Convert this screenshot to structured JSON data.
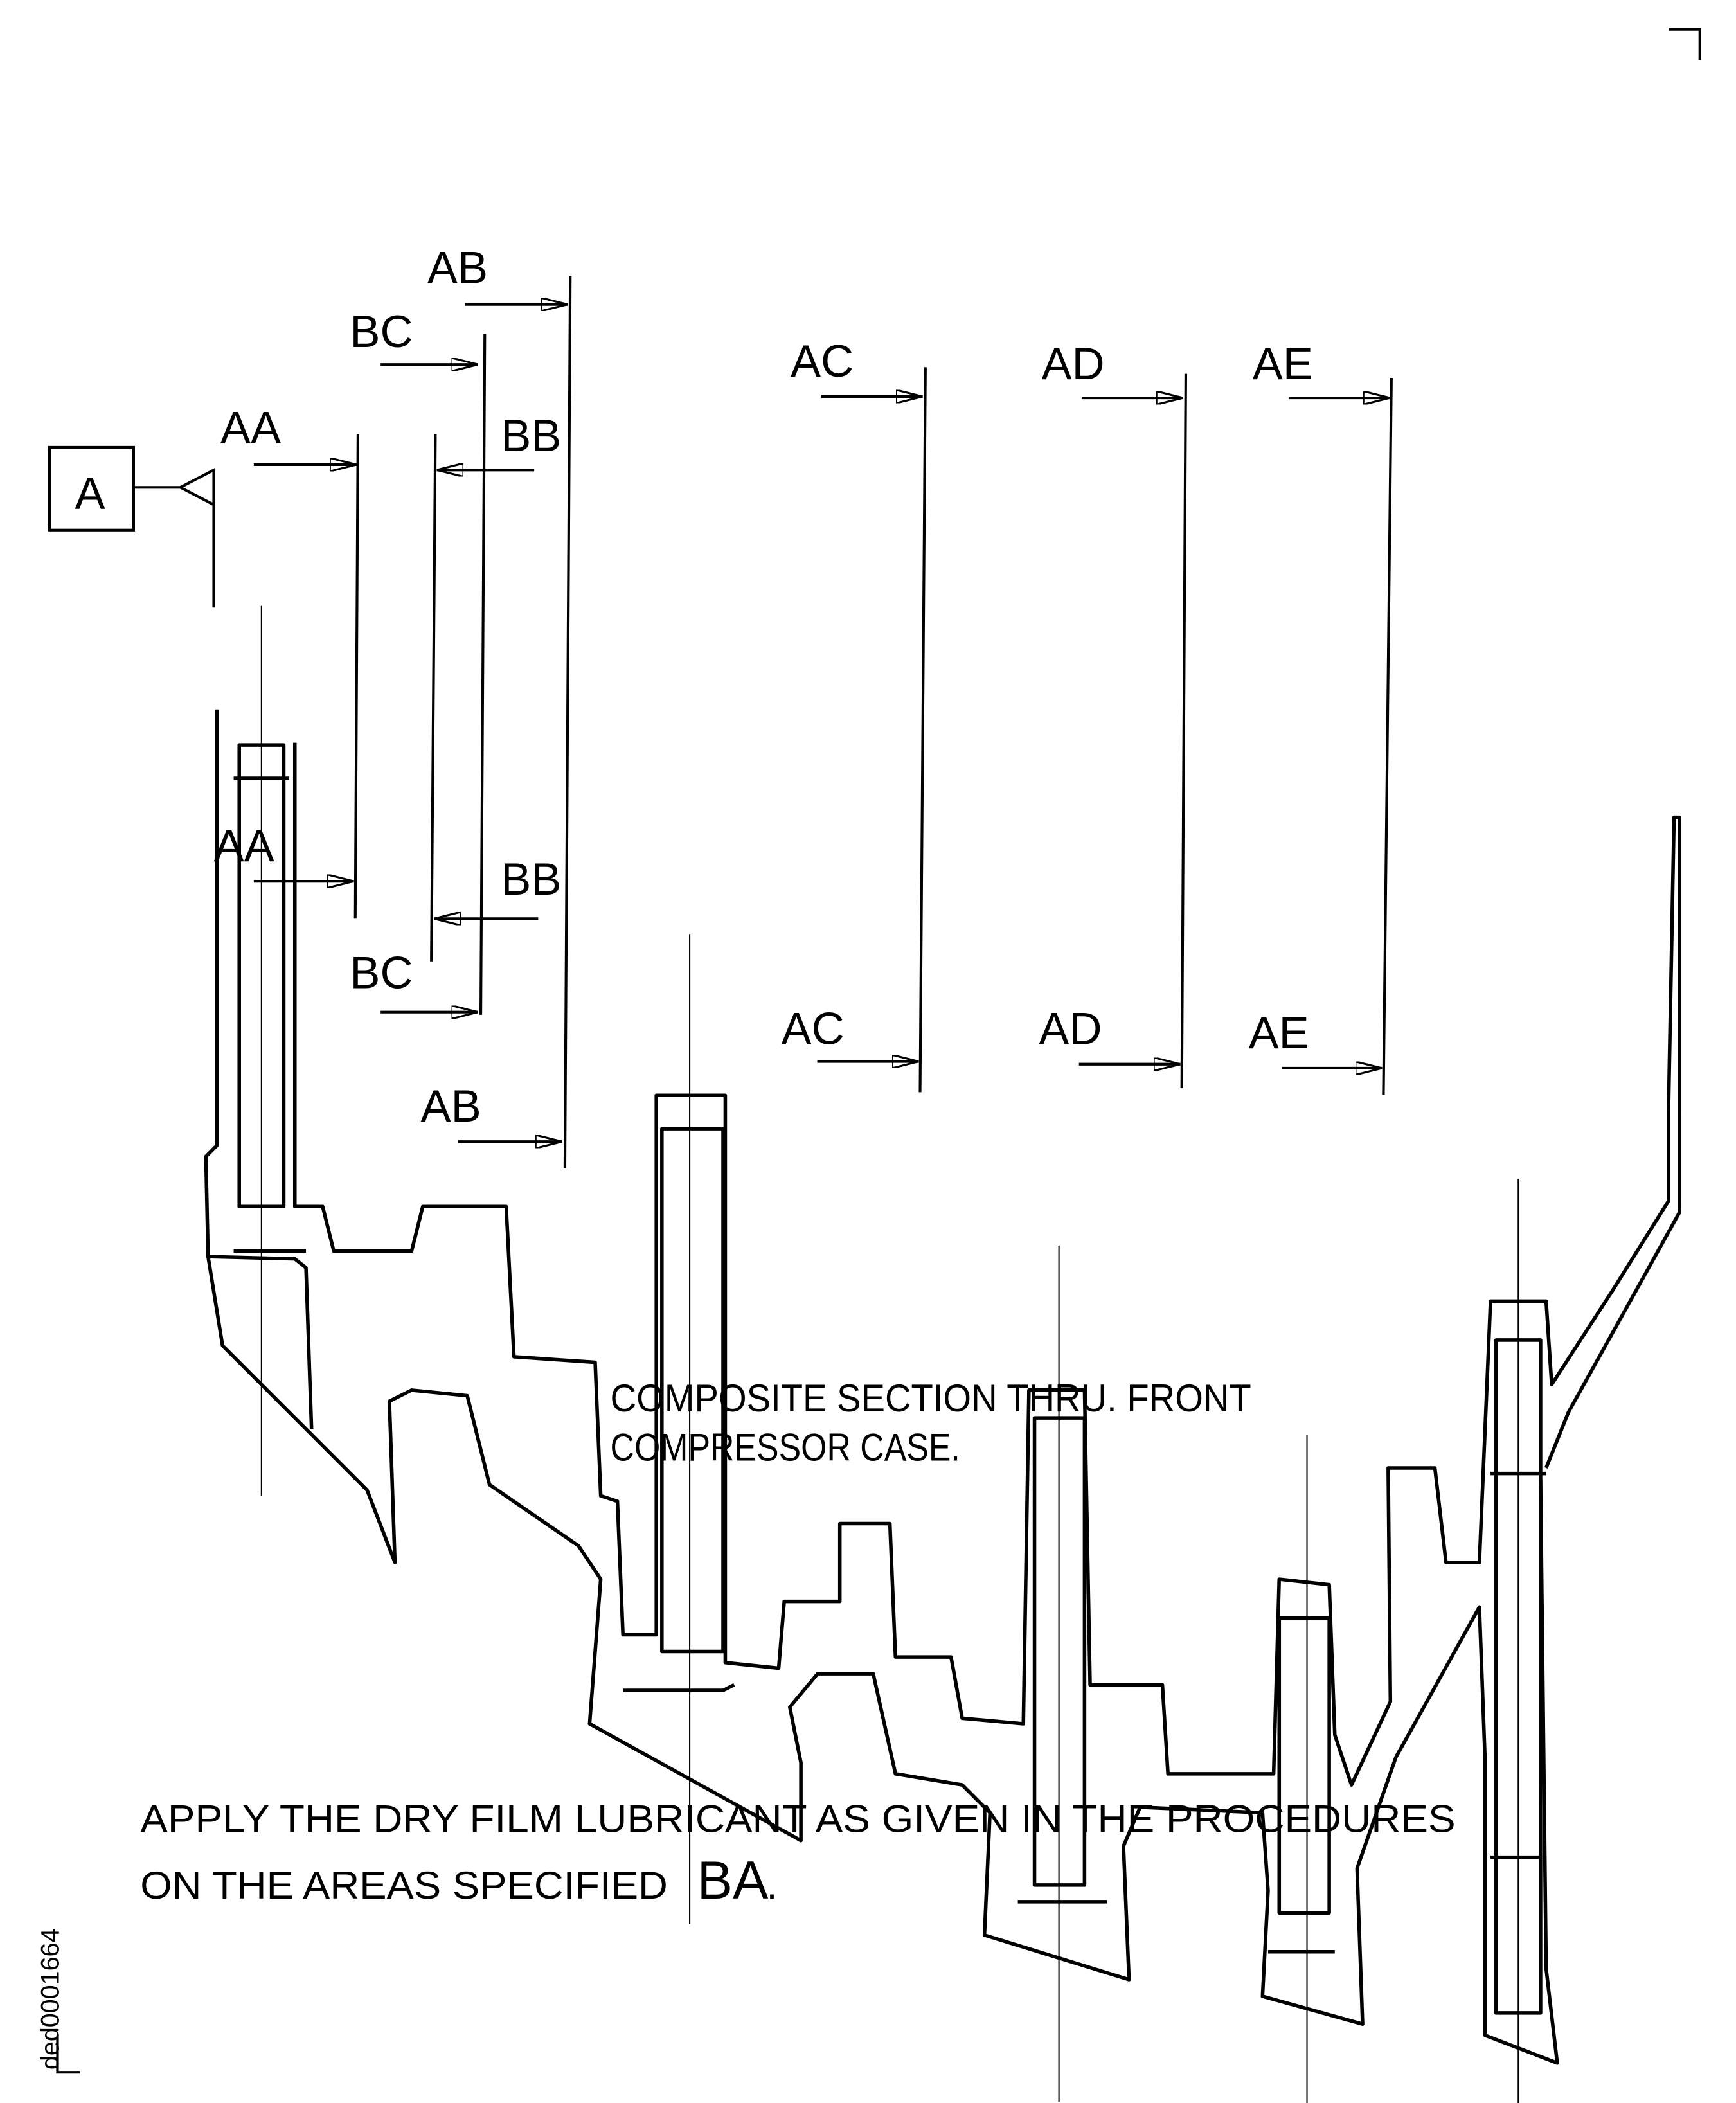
{
  "detail_box": {
    "label": "A"
  },
  "section_labels": {
    "top": {
      "AB": "AB",
      "BC": "BC",
      "AA": "AA",
      "BB": "BB",
      "AC": "AC",
      "AD": "AD",
      "AE": "AE"
    },
    "bottom": {
      "AA": "AA",
      "BB": "BB",
      "BC": "BC",
      "AB": "AB",
      "AC": "AC",
      "AD": "AD",
      "AE": "AE"
    }
  },
  "caption": {
    "line1": "COMPOSITE SECTION THRU. FRONT",
    "line2": "COMPRESSOR CASE."
  },
  "instruction": {
    "line1": "APPLY THE DRY FILM LUBRICANT AS GIVEN IN THE PROCEDURES",
    "line2": "ON THE AREAS SPECIFIED",
    "code": "BA",
    "period": "."
  },
  "figure_id": "ded0001664"
}
